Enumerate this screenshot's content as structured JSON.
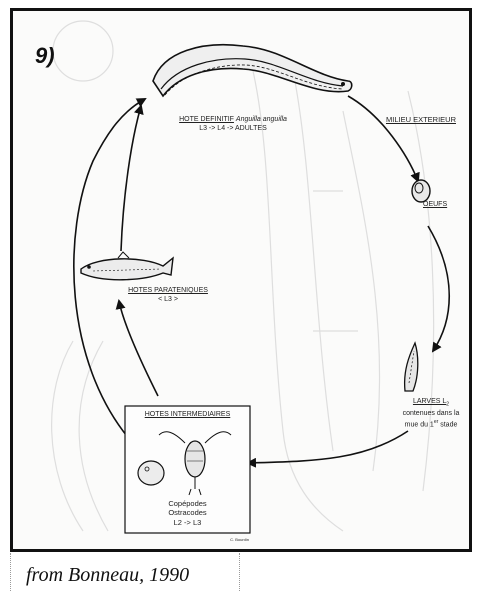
{
  "panel_number": "9)",
  "definitive_host": {
    "title": "HOTE DEFINITIF",
    "species": "Anguilla anguilla",
    "stages": "L3 -> L4 -> ADULTES"
  },
  "environment_label": "MILIEU EXTERIEUR",
  "eggs_label": "OEUFS",
  "larvae": {
    "title": "LARVES L",
    "subscript": "2",
    "line2": "contenues dans la",
    "line3": "mue du 1",
    "superscript": "er",
    "line3_end": " stade"
  },
  "intermediate_hosts": {
    "title": "HOTES INTERMEDIAIRES",
    "line1": "Copépodes",
    "line2": "Ostracodes",
    "stages": "L2 -> L3",
    "signature": "C. Bourdin"
  },
  "paratenic_hosts": {
    "title": "HOTES PARATENIQUES",
    "stage": "< L3 >"
  },
  "caption": "from Bonneau, 1990"
}
